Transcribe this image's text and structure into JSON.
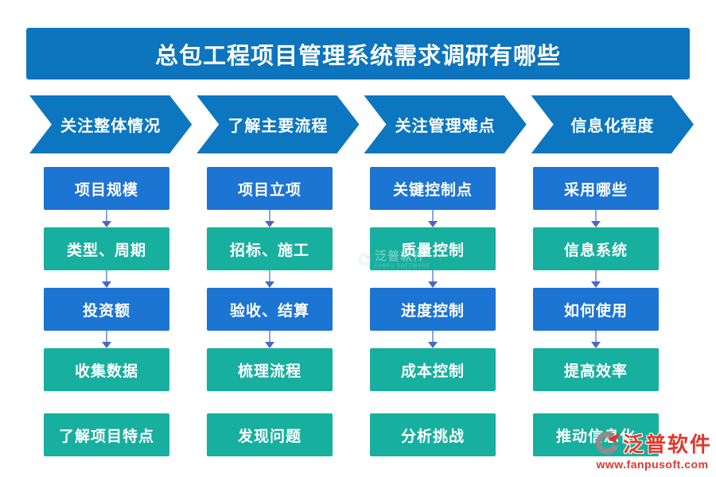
{
  "title": "总包工程项目管理系统需求调研有哪些",
  "stages": [
    {
      "label": "关注整体情况"
    },
    {
      "label": "了解主要流程"
    },
    {
      "label": "关注管理难点"
    },
    {
      "label": "信息化程度"
    }
  ],
  "columns": [
    {
      "stage": "关注整体情况",
      "boxes": [
        {
          "label": "项目规模",
          "color": "blue"
        },
        {
          "label": "类型、周期",
          "color": "green"
        },
        {
          "label": "投资额",
          "color": "blue"
        },
        {
          "label": "收集数据",
          "color": "green"
        },
        {
          "label": "了解项目特点",
          "color": "green"
        }
      ]
    },
    {
      "stage": "了解主要流程",
      "boxes": [
        {
          "label": "项目立项",
          "color": "blue"
        },
        {
          "label": "招标、施工",
          "color": "green"
        },
        {
          "label": "验收、结算",
          "color": "blue"
        },
        {
          "label": "梳理流程",
          "color": "green"
        },
        {
          "label": "发现问题",
          "color": "green"
        }
      ]
    },
    {
      "stage": "关注管理难点",
      "boxes": [
        {
          "label": "关键控制点",
          "color": "blue"
        },
        {
          "label": "质量控制",
          "color": "green"
        },
        {
          "label": "进度控制",
          "color": "blue"
        },
        {
          "label": "成本控制",
          "color": "green"
        },
        {
          "label": "分析挑战",
          "color": "green"
        }
      ]
    },
    {
      "stage": "信息化程度",
      "boxes": [
        {
          "label": "采用哪些",
          "color": "blue"
        },
        {
          "label": "信息系统",
          "color": "green"
        },
        {
          "label": "如何使用",
          "color": "blue"
        },
        {
          "label": "提高效率",
          "color": "green"
        },
        {
          "label": "推动信息化",
          "color": "green"
        }
      ]
    }
  ],
  "watermark": {
    "brand": "泛普软件",
    "caption": "FANPU SOFTWARE"
  },
  "logo": {
    "brand": "泛普软件",
    "url": "www.fanpusoft.com"
  },
  "colors": {
    "title_bar": "#0d74be",
    "stage_blue": "#0c76c0",
    "box_blue": "#1c74d3",
    "box_green": "#17af9e",
    "connector_line": "#8ca6de",
    "connector_head": "#4a67c5",
    "logo_red": "#e1372b"
  }
}
